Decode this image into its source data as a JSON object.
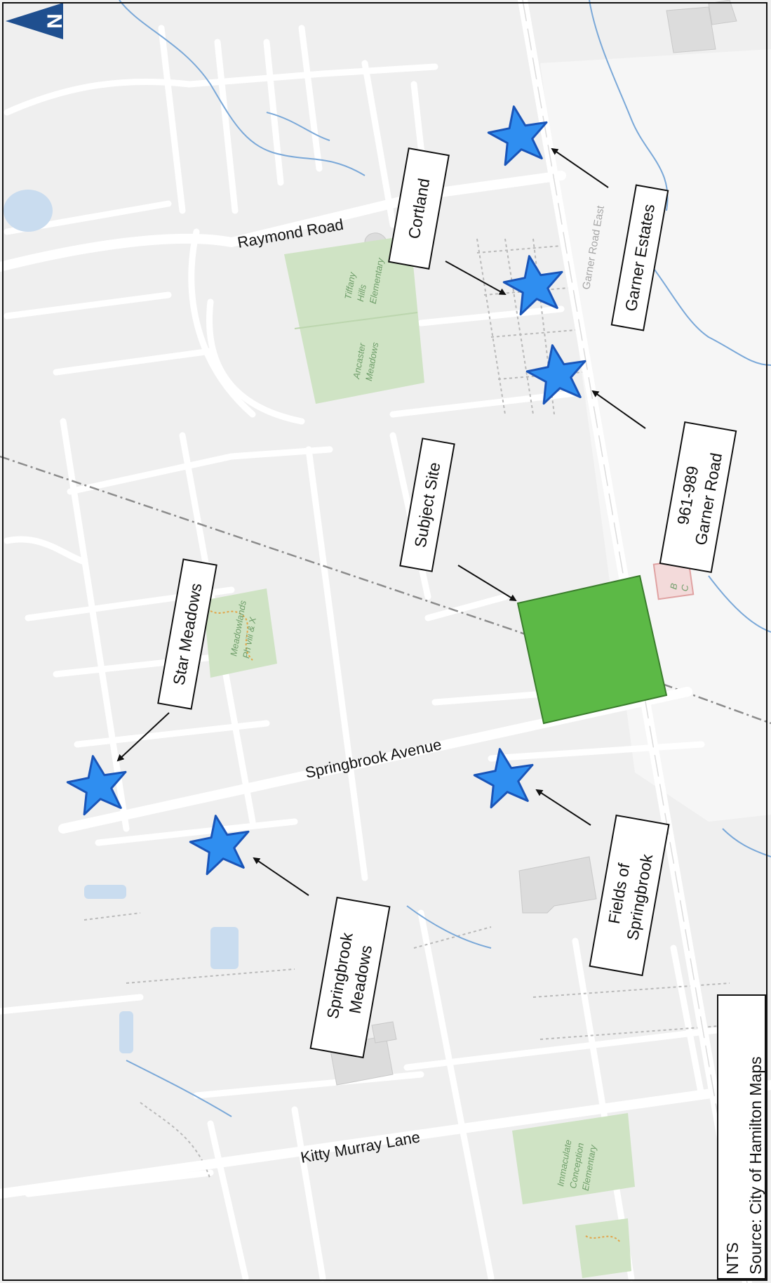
{
  "map": {
    "north_label": "N",
    "roads": {
      "raymond": "Raymond Road",
      "garner_east": "Garner Road East",
      "springbrook": "Springbrook Avenue",
      "kitty_murray": "Kitty Murray Lane"
    },
    "parks": {
      "tiffany": [
        "Tiffany",
        "Hills",
        "Elementary"
      ],
      "ancaster": [
        "Ancaster",
        "Meadows"
      ],
      "meadowlands": [
        "Meadowlands",
        "Ph viii & X"
      ],
      "immaculate": [
        "Immaculate",
        "Conception",
        "Elementary"
      ]
    },
    "small_label": [
      "B",
      "C"
    ],
    "callouts": {
      "cortland": [
        "Cortland"
      ],
      "garner_estates": [
        "Garner Estates"
      ],
      "garner_road_961": [
        "961-989",
        "Garner Road"
      ],
      "subject_site": [
        "Subject Site"
      ],
      "star_meadows": [
        "Star Meadows"
      ],
      "fields_of_springbrook": [
        "Fields of",
        "Springbrook"
      ],
      "springbrook_meadows": [
        "Springbrook",
        "Meadows"
      ]
    },
    "source_box": [
      "NTS",
      "Source: City of Hamilton Maps"
    ],
    "colors": {
      "background": "#efefef",
      "road": "#ffffff",
      "park": "#cfe3c4",
      "site_fill": "#5cb946",
      "site_stroke": "#3a7d2c",
      "star_fill": "#2f8ef0",
      "star_stroke": "#1a55b8",
      "water": "#7aa8d8",
      "north_arrow": "#1f4f8f"
    }
  }
}
